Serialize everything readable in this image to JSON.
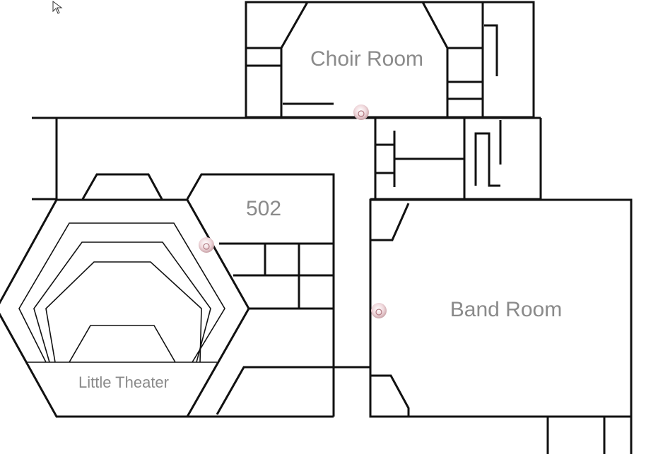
{
  "rooms": {
    "choir_room": "Choir Room",
    "room_502": "502",
    "band_room": "Band Room",
    "little_theater": "Little Theater"
  },
  "markers": [
    {
      "name": "choir-room-door-marker",
      "icon": "location-pin-icon"
    },
    {
      "name": "room-502-door-marker",
      "icon": "location-pin-icon"
    },
    {
      "name": "band-room-door-marker",
      "icon": "location-pin-icon"
    }
  ],
  "colors": {
    "walls": "#111111",
    "labels": "#8a8a8a",
    "marker": "#e8c8cc"
  }
}
